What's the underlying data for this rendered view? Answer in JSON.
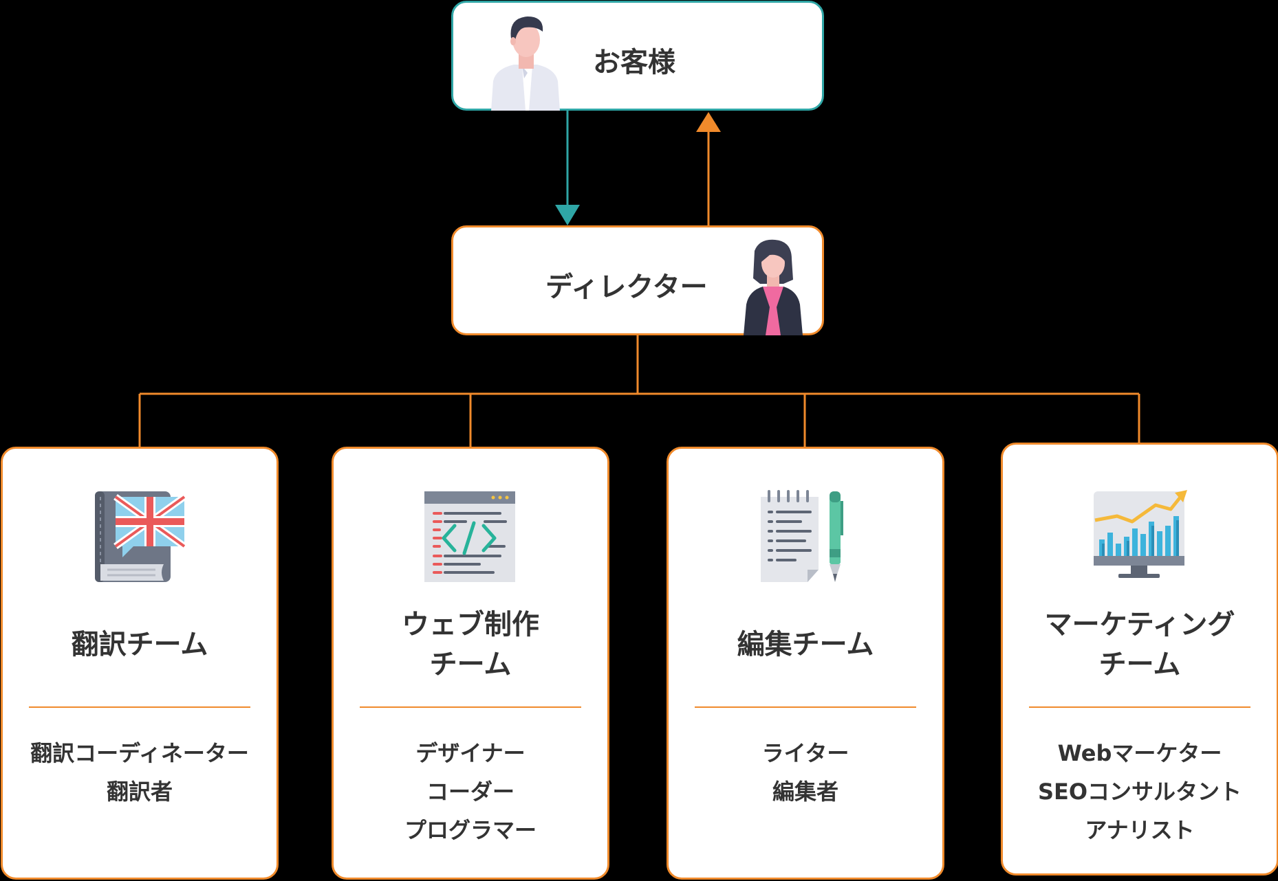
{
  "colors": {
    "teal": "#2fa6a6",
    "orange": "#f08a2b",
    "text": "#333333",
    "background": "#000000",
    "box_fill": "#ffffff"
  },
  "client": {
    "label": "お客様",
    "icon": "customer-man-icon"
  },
  "director": {
    "label": "ディレクター",
    "icon": "director-woman-icon"
  },
  "teams": [
    {
      "icon": "translation-book-flag-icon",
      "title": [
        "翻訳チーム"
      ],
      "members": [
        "翻訳コーディネーター",
        "翻訳者"
      ]
    },
    {
      "icon": "code-window-icon",
      "title": [
        "ウェブ制作",
        "チーム"
      ],
      "members": [
        "デザイナー",
        "コーダー",
        "プログラマー"
      ]
    },
    {
      "icon": "notepad-pen-icon",
      "title": [
        "編集チーム"
      ],
      "members": [
        "ライター",
        "編集者"
      ]
    },
    {
      "icon": "analytics-monitor-icon",
      "title": [
        "マーケティング",
        "チーム"
      ],
      "members": [
        "Webマーケター",
        "SEOコンサルタント",
        "アナリスト"
      ]
    }
  ]
}
